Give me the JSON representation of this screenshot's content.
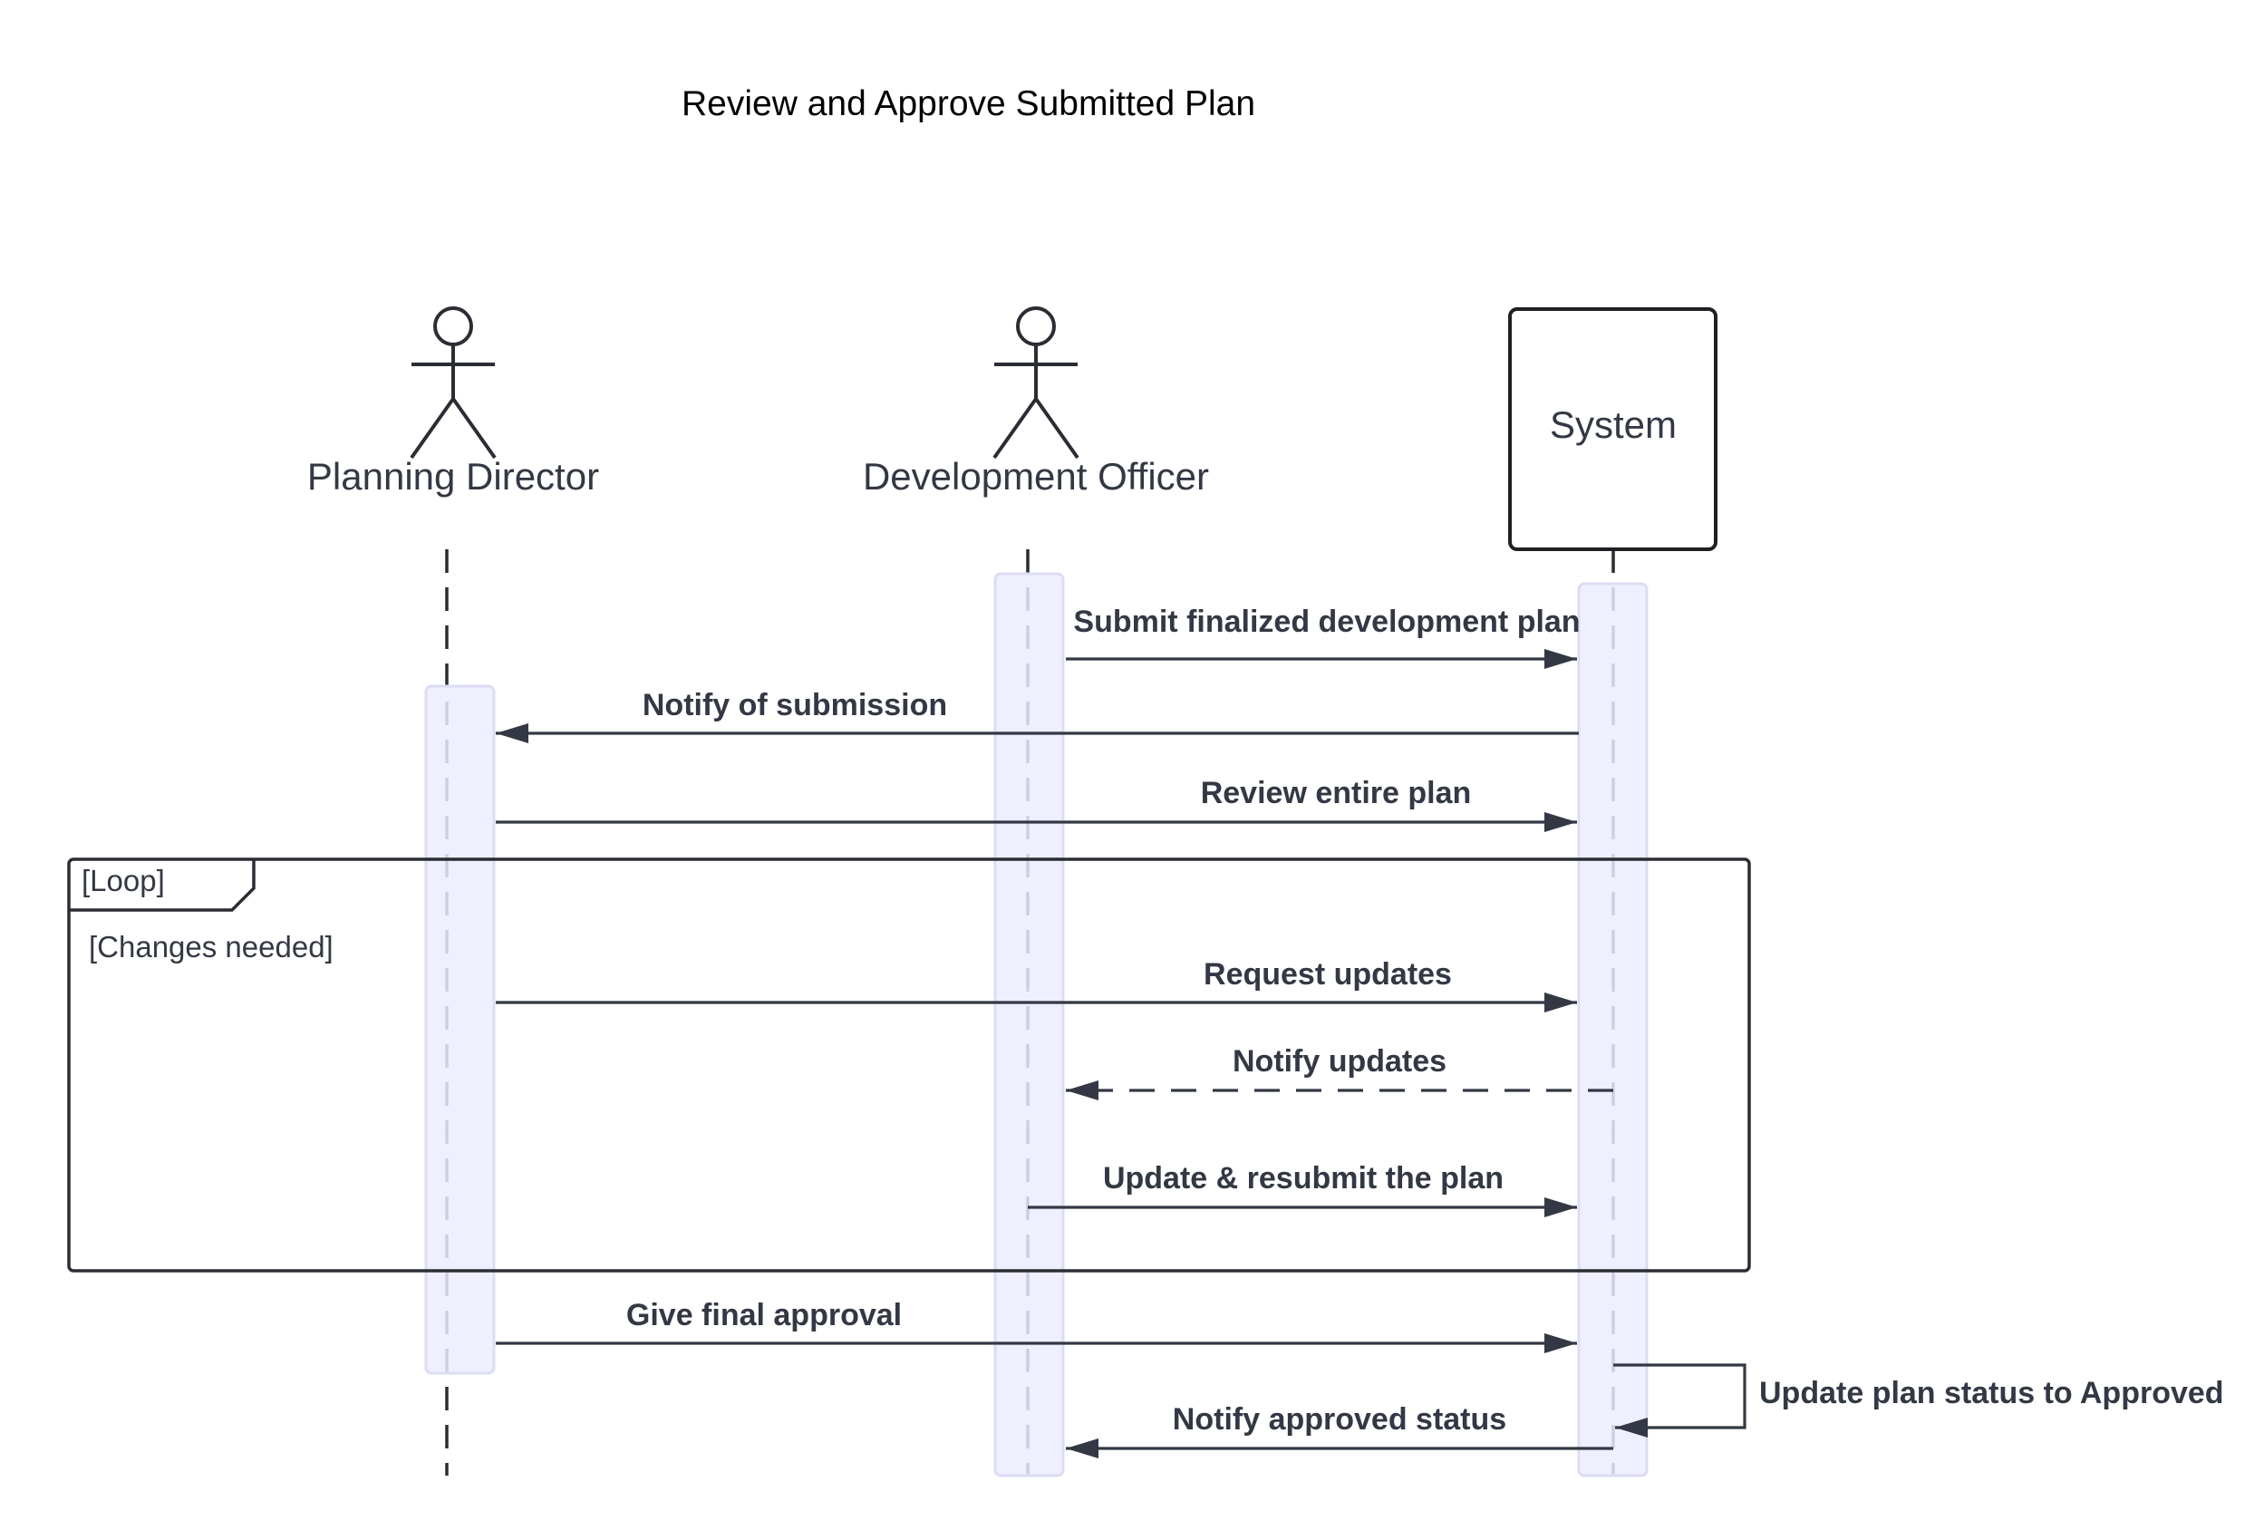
{
  "title": "Review and Approve Submitted Plan",
  "participants": [
    {
      "id": "pd",
      "label": "Planning Director",
      "kind": "actor"
    },
    {
      "id": "do",
      "label": "Development Officer",
      "kind": "actor"
    },
    {
      "id": "sys",
      "label": "System",
      "kind": "box"
    }
  ],
  "messages": [
    {
      "label": "Submit finalized development plan",
      "from": "do",
      "to": "sys",
      "style": "solid"
    },
    {
      "label": "Notify of submission",
      "from": "sys",
      "to": "pd",
      "style": "solid"
    },
    {
      "label": "Review entire plan",
      "from": "pd",
      "to": "sys",
      "style": "solid"
    },
    {
      "label": "Request updates",
      "from": "pd",
      "to": "sys",
      "style": "solid"
    },
    {
      "label": "Notify updates",
      "from": "sys",
      "to": "do",
      "style": "dashed"
    },
    {
      "label": "Update & resubmit the plan",
      "from": "do",
      "to": "sys",
      "style": "solid"
    },
    {
      "label": "Give final approval",
      "from": "pd",
      "to": "sys",
      "style": "solid"
    },
    {
      "label": "Update plan status to Approved",
      "from": "sys",
      "to": "sys",
      "style": "self"
    },
    {
      "label": "Notify approved status",
      "from": "sys",
      "to": "do",
      "style": "solid"
    }
  ],
  "loop": {
    "tag": "[Loop]",
    "condition": "[Changes needed]"
  },
  "colors": {
    "activation_fill": "#ececff",
    "line": "#333844",
    "text": "#333844"
  }
}
